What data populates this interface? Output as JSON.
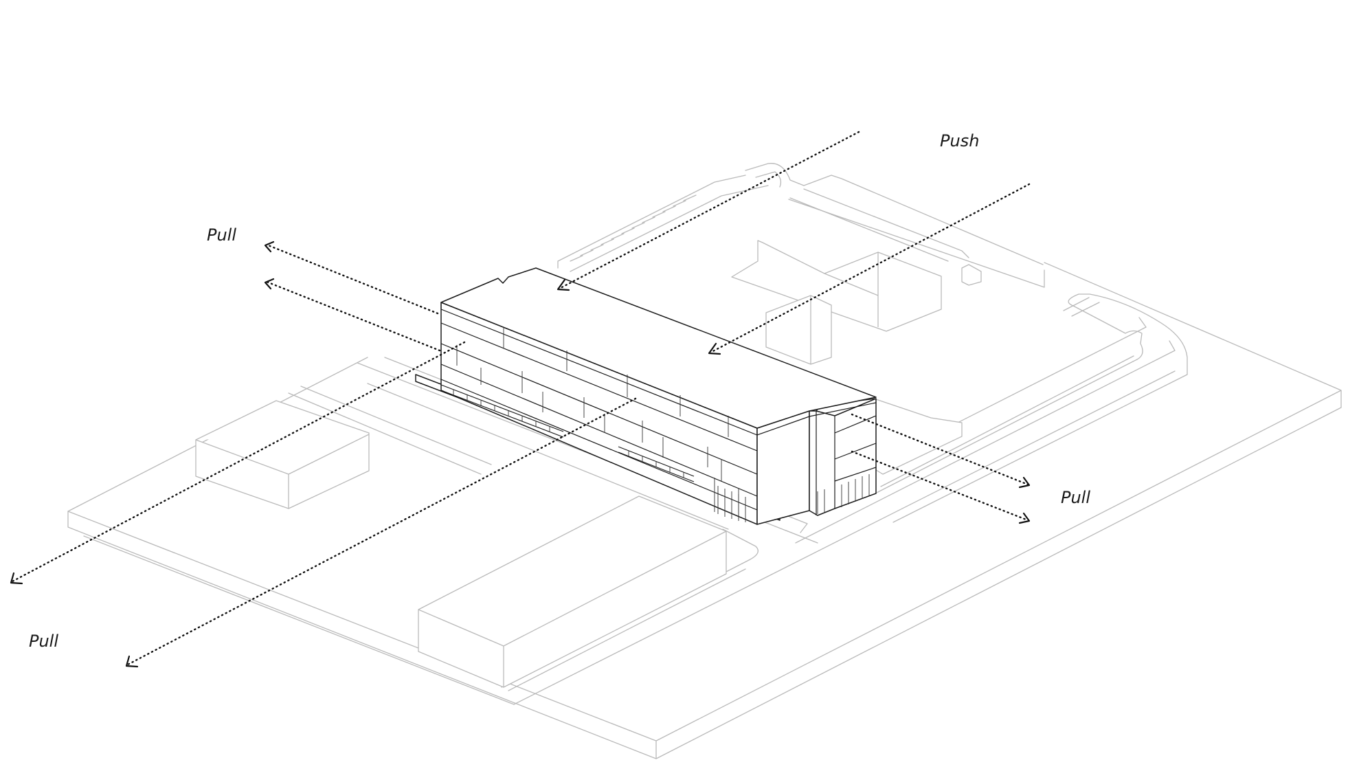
{
  "labels": {
    "push_top": "Push",
    "pull_left_top": "Pull",
    "pull_left_bottom": "Pull",
    "pull_right": "Pull"
  }
}
